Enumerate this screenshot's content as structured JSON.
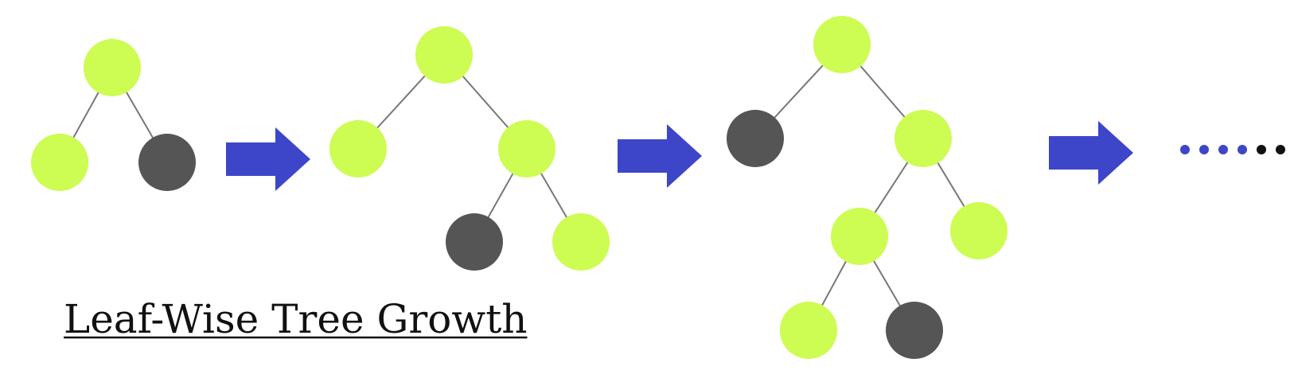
{
  "title": "Leaf-Wise Tree Growth",
  "colors": {
    "leaf_node": "#cdfc52",
    "dark_node": "#555555",
    "edge": "#777777",
    "arrow": "#3d46c8",
    "ellipsis_blue": "#3d46c8",
    "ellipsis_black": "#111111"
  },
  "trees": [
    {
      "name": "tree-stage-1",
      "nodes": [
        {
          "id": "root",
          "kind": "leaf"
        },
        {
          "id": "left",
          "kind": "leaf",
          "parent": "root"
        },
        {
          "id": "right",
          "kind": "dark",
          "parent": "root"
        }
      ]
    },
    {
      "name": "tree-stage-2",
      "nodes": [
        {
          "id": "root",
          "kind": "leaf"
        },
        {
          "id": "left",
          "kind": "leaf",
          "parent": "root"
        },
        {
          "id": "right",
          "kind": "leaf",
          "parent": "root"
        },
        {
          "id": "right-left",
          "kind": "dark",
          "parent": "right"
        },
        {
          "id": "right-right",
          "kind": "leaf",
          "parent": "right"
        }
      ]
    },
    {
      "name": "tree-stage-3",
      "nodes": [
        {
          "id": "root",
          "kind": "leaf"
        },
        {
          "id": "left",
          "kind": "dark",
          "parent": "root"
        },
        {
          "id": "right",
          "kind": "leaf",
          "parent": "root"
        },
        {
          "id": "right-left",
          "kind": "leaf",
          "parent": "right"
        },
        {
          "id": "right-right",
          "kind": "leaf",
          "parent": "right"
        },
        {
          "id": "rl-left",
          "kind": "leaf",
          "parent": "right-left"
        },
        {
          "id": "rl-right",
          "kind": "dark",
          "parent": "right-left"
        }
      ]
    }
  ],
  "ellipsis": {
    "blue_dots": 4,
    "black_dots": 2
  }
}
